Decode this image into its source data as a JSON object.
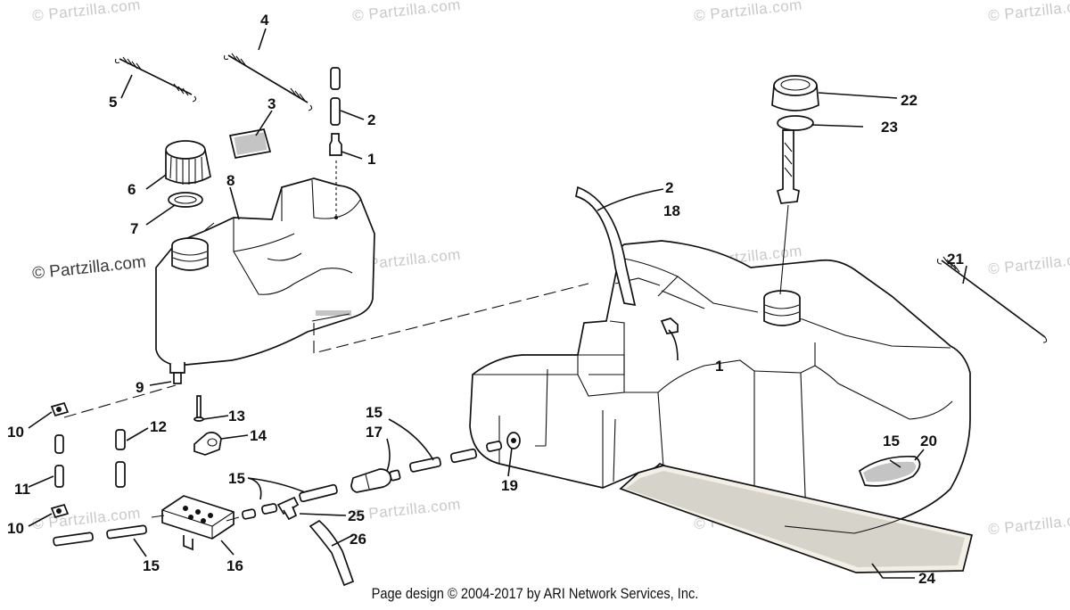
{
  "watermark": {
    "text": "© Partzilla.com",
    "main_text": "© Partzilla.com"
  },
  "footer": {
    "text": "Page design © 2004-2017 by ARI Network Services, Inc."
  },
  "callouts": {
    "c1a": "1",
    "c1b": "1",
    "c2a": "2",
    "c2b": "2",
    "c3": "3",
    "c4": "4",
    "c5": "5",
    "c6": "6",
    "c7": "7",
    "c8": "8",
    "c9": "9",
    "c10a": "10",
    "c10b": "10",
    "c11": "11",
    "c12": "12",
    "c13": "13",
    "c14": "14",
    "c15a": "15",
    "c15b": "15",
    "c15c": "15",
    "c15d": "15",
    "c16": "16",
    "c17": "17",
    "c18": "18",
    "c19": "19",
    "c20": "20",
    "c21": "21",
    "c22": "22",
    "c23": "23",
    "c24": "24",
    "c25": "25",
    "c26": "26"
  }
}
